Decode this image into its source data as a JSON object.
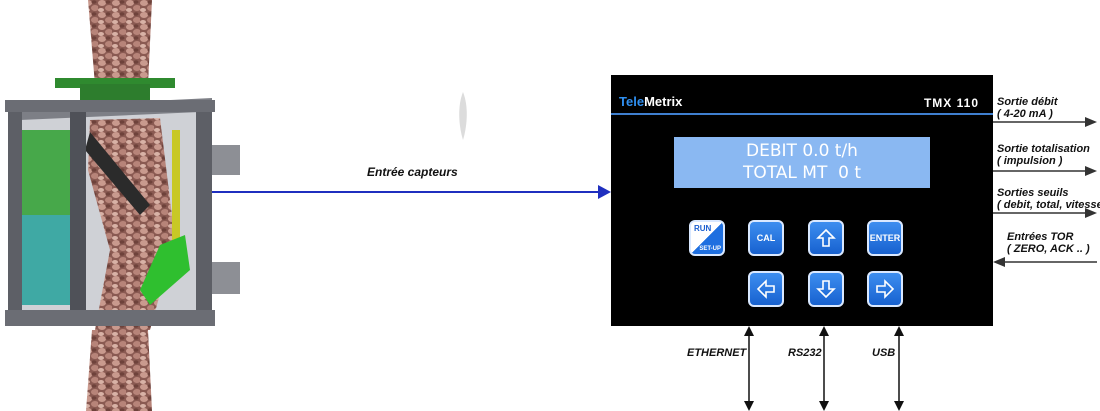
{
  "input_label": "Entrée capteurs",
  "device": {
    "brand_tele": "Tele",
    "brand_metrix": "Metrix",
    "model": "TMX 110",
    "display_line1": "DEBIT 0.0 t/h",
    "display_line2": "TOTAL MT  0 t",
    "keys": {
      "run": "RUN",
      "setup": "SET-UP",
      "cal": "CAL",
      "enter": "ENTER"
    }
  },
  "outputs": [
    {
      "line1": "Sortie débit",
      "line2": "( 4-20 mA )"
    },
    {
      "line1": "Sortie totalisation",
      "line2": "( impulsion )"
    },
    {
      "line1": "Sorties seuils",
      "line2": "( debit, total, vitesse"
    },
    {
      "line1": "Entrées TOR",
      "line2": "( ZERO, ACK .. )"
    }
  ],
  "ports": [
    "ETHERNET",
    "RS232",
    "USB"
  ],
  "colors": {
    "device_body": "#000000",
    "lcd": "#8ab8f2",
    "key_blue": "#1b6ae0",
    "input_arrow": "#1f2fbf"
  }
}
